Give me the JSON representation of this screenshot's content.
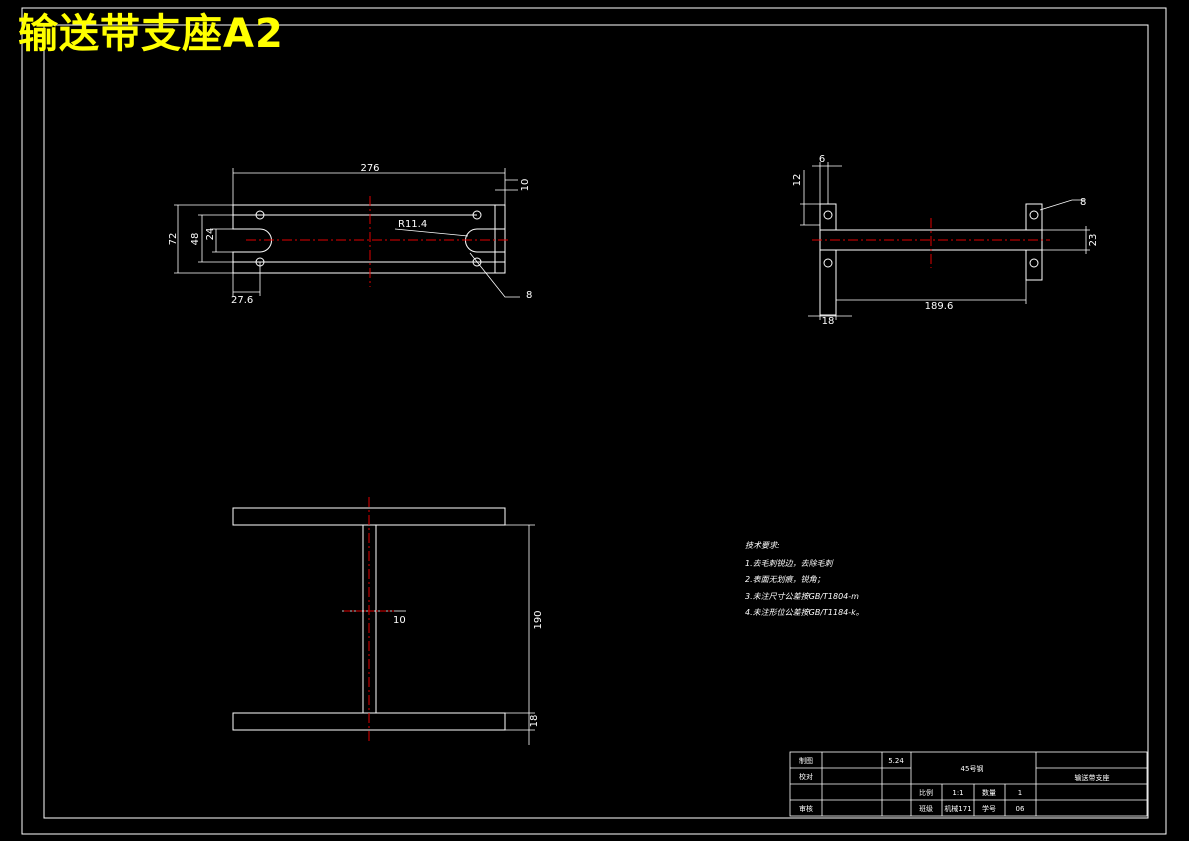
{
  "title": "输送带支座A2",
  "front_view": {
    "dim_length": "276",
    "dim_flange": "10",
    "dim_height_outer": "72",
    "dim_height_inner": "48",
    "dim_slot": "24",
    "dim_radius": "R11.4",
    "dim_hole": "8",
    "dim_offset": "27.6"
  },
  "side_view": {
    "dim_thickness": "6",
    "dim_hole_offset": "12",
    "dim_hole": "8",
    "dim_web": "23",
    "dim_base": "18",
    "dim_span": "189.6"
  },
  "top_view": {
    "dim_web": "10",
    "dim_height": "190",
    "dim_flange": "18"
  },
  "notes": [
    "技术要求:",
    "1.去毛刺锐边，去除毛刺",
    "2.表面无划痕，锐角；",
    "3.未注尺寸公差按GB/T1804-m",
    "4.未注形位公差按GB/T1184-k。"
  ],
  "title_block": {
    "drawn_label": "制图",
    "drawn_date": "5.24",
    "checked_label": "校对",
    "approved_label": "审核",
    "material": "45号钢",
    "part_name": "输送带支座",
    "scale_label": "比例",
    "scale_value": "1:1",
    "qty_label": "数量",
    "qty_value": "1",
    "class_label": "班级",
    "class_value": "机械171",
    "no_label": "学号",
    "no_value": "06"
  }
}
